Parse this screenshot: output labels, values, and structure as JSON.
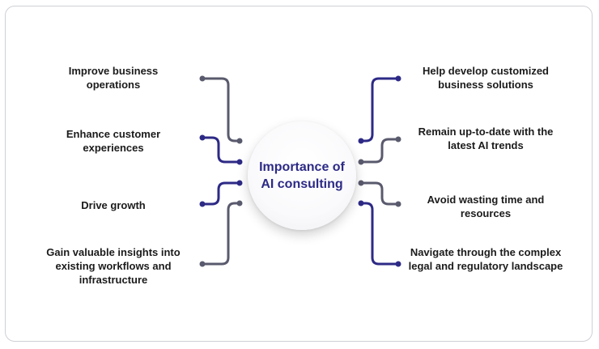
{
  "center": {
    "title": "Importance of AI consulting"
  },
  "colors": {
    "navy": "#2d2a86",
    "slate": "#5a5a6e",
    "accent_blue": "#2e3192"
  },
  "left_items": [
    {
      "text": "Improve business operations",
      "color": "slate"
    },
    {
      "text": "Enhance customer experiences",
      "color": "navy"
    },
    {
      "text": "Drive growth",
      "color": "navy"
    },
    {
      "text": "Gain valuable insights into existing workflows and infrastructure",
      "color": "slate"
    }
  ],
  "right_items": [
    {
      "text": "Help develop customized business solutions",
      "color": "navy"
    },
    {
      "text": "Remain up-to-date with the latest AI trends",
      "color": "slate"
    },
    {
      "text": "Avoid wasting time and resources",
      "color": "slate"
    },
    {
      "text": "Navigate through the complex legal and regulatory landscape",
      "color": "navy"
    }
  ]
}
